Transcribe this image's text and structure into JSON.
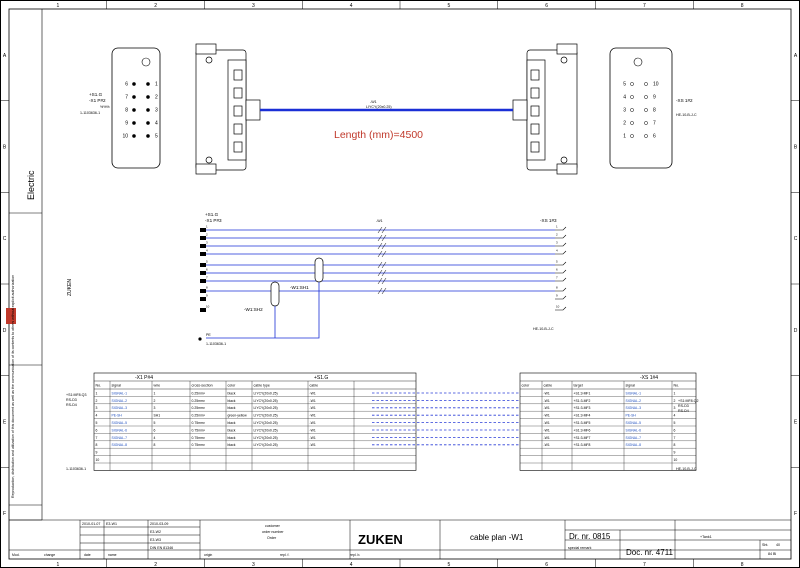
{
  "grid": {
    "columns": [
      "1",
      "2",
      "3",
      "4",
      "5",
      "6",
      "7",
      "8"
    ],
    "rows": [
      "A",
      "B",
      "C",
      "D",
      "E",
      "F"
    ]
  },
  "left_block": {
    "pins_left": [
      "6",
      "7",
      "8",
      "9",
      "10"
    ],
    "pins_right": [
      "1",
      "2",
      "3",
      "4",
      "5"
    ],
    "tag": "+S1.G",
    "subtag": "-X1 P#2",
    "note": "%%%",
    "part": "1-1103636-1"
  },
  "right_block": {
    "pins_left": [
      "5",
      "4",
      "3",
      "2",
      "1"
    ],
    "pins_right": [
      "10",
      "9",
      "8",
      "7",
      "6"
    ],
    "tag": "-XS 1#2",
    "part": "HE-10-B-J-C"
  },
  "cable": {
    "top_label": "-W1",
    "mid_label": "LIYCY(20x0.25)",
    "length": "Length (mm)=4500"
  },
  "wiring": {
    "left_tag": "+S1.G",
    "left_subtag": "-X1 P#3",
    "right_tag": "-XS 1#3",
    "top_cable": "-W1",
    "shield1": "-W1:SH1",
    "shield2": "-W1:SH2",
    "pe_label": "PE",
    "pe_part": "1-1103636-1",
    "right_part": "HE-10-B-J-C",
    "left_pins": [
      "1",
      "2",
      "3",
      "4",
      "5",
      "6",
      "7",
      "8",
      "9",
      "10"
    ],
    "right_pins": [
      "1",
      "2",
      "3",
      "4",
      "5",
      "6",
      "7",
      "8",
      "9",
      "10"
    ]
  },
  "table_left": {
    "title": "-X1 P#4",
    "location": "+S1.G",
    "side_lines": [
      "+S1:MF8.Q3",
      "RS-D3",
      "RS-D4"
    ],
    "part": "1-1103636-1",
    "headers": [
      "No.",
      "signal",
      "wire",
      "cross-section",
      "color",
      "cable type",
      "cable"
    ],
    "rows": [
      [
        "1",
        "SIGNAL-1",
        "1",
        "0.25mm²",
        "black",
        "LIYCY(20x0.25)",
        "-W1"
      ],
      [
        "2",
        "SIGNAL-2",
        "2",
        "0.25mm²",
        "black",
        "LIYCY(20x0.25)",
        "-W1"
      ],
      [
        "3",
        "SIGNAL-3",
        "3",
        "0.25mm²",
        "black",
        "LIYCY(20x0.25)",
        "-W1"
      ],
      [
        "4",
        "PE-SH",
        "SH1",
        "0.25mm²",
        "green-yellow",
        "LIYCY(20x0.25)",
        "-W1"
      ],
      [
        "5",
        "SIGNAL-5",
        "5",
        "0.75mm²",
        "black",
        "LIYCY(20x0.25)",
        "-W1"
      ],
      [
        "6",
        "SIGNAL-6",
        "6",
        "0.75mm²",
        "black",
        "LIYCY(20x0.25)",
        "-W1"
      ],
      [
        "7",
        "SIGNAL-7",
        "4",
        "0.75mm²",
        "black",
        "LIYCY(20x0.25)",
        "-W1"
      ],
      [
        "8",
        "SIGNAL-8",
        "8",
        "0.75mm²",
        "black",
        "LIYCY(20x0.25)",
        "-W1"
      ],
      [
        "9",
        "",
        "",
        "",
        "",
        "",
        ""
      ],
      [
        "10",
        "",
        "",
        "",
        "",
        "",
        ""
      ]
    ]
  },
  "table_right": {
    "title": "-XS 1#4",
    "side_lines": [
      "+S1:MF8.Q2",
      "RS-D3",
      "RS-D4"
    ],
    "part": "HE-10-B-J-C",
    "headers": [
      "color",
      "cable",
      "target",
      "signal",
      "No."
    ],
    "rows": [
      [
        "",
        "-W1",
        "+S1:3-MF1",
        "SIGNAL-1",
        "1"
      ],
      [
        "",
        "-W1",
        "+S1:3-MF2",
        "SIGNAL-2",
        "2"
      ],
      [
        "",
        "-W1",
        "+S1:3-MF3",
        "SIGNAL-3",
        "3"
      ],
      [
        "",
        "-W1",
        "+S1:3-MF4",
        "PE-SH",
        "4"
      ],
      [
        "",
        "-W1",
        "+S1:3-MF5",
        "SIGNAL-5",
        "5"
      ],
      [
        "",
        "-W1",
        "+S1:3-MF6",
        "SIGNAL-6",
        "6"
      ],
      [
        "",
        "-W1",
        "+S1:3-MF7",
        "SIGNAL-7",
        "7"
      ],
      [
        "",
        "-W1",
        "+S1:3-MF8",
        "SIGNAL-8",
        "8"
      ],
      [
        "",
        "",
        "",
        "",
        "9"
      ],
      [
        "",
        "",
        "",
        "",
        "10"
      ]
    ]
  },
  "side_strip": {
    "company": "Electric",
    "logo": "ZUKEN",
    "rotated_note": "Reproduction, distribution and utilization of this document as well as the communication of its contents to others without explicit authorization"
  },
  "title_block": {
    "dates": [
      "2010-01-07",
      "2010-03-09"
    ],
    "names": [
      "E3-W1",
      "E3-W2"
    ],
    "checked": "E3-W3",
    "norm": "DIN EN 81346",
    "customer": "customer",
    "order_number": "order number",
    "order": "Order",
    "logo": "ZUKEN",
    "drawing_title": "cable plan -W1",
    "dr_nr": "Dr. nr. 0815",
    "doc_nr": "Doc. nr. 4711",
    "special_remark": "special remark",
    "plant": "+Tank1",
    "sheet_label": "Sht.",
    "sheet_value": "40",
    "sheets_value": "84 Bl",
    "footer_labels": [
      "Mod.",
      "change",
      "date",
      "name",
      "origin",
      "repl. f.",
      "repl. b."
    ]
  },
  "colors": {
    "frame": "#000000",
    "cable": "#1a2fd6",
    "wire": "#1a2fd6",
    "length_text": "#c0392b",
    "dashed": "#2b3fd8"
  }
}
